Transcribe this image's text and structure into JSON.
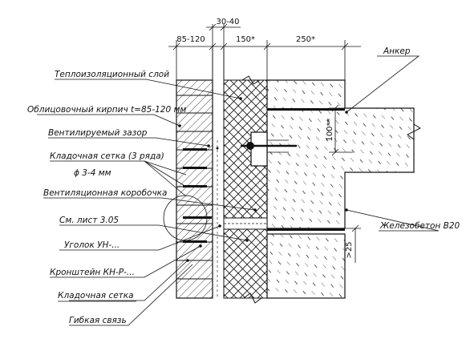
{
  "dimensions": {
    "brick_width": "85-120",
    "gap_width": "30-40",
    "insulation_width": "150*",
    "slab_width": "250*",
    "anchor_depth": "100**",
    "bottom_offset": ">25"
  },
  "callouts": {
    "insulation_layer": "Теплоизоляционный слой",
    "facing_brick": "Облицовочный кирпич t=85-120 мм",
    "ventilated_gap": "Вентилируемый зазор",
    "masonry_mesh": "Кладочная сетка (3 ряда)",
    "mesh_diameter": "ϕ 3-4 мм",
    "vent_box": "Вентиляционная коробочка",
    "see_sheet": "См. лист 3.05",
    "angle": "Уголок УН-...",
    "bracket": "Кронштейн КН-Р-...",
    "masonry_mesh_2": "Кладочная сетка",
    "flexible_tie": "Гибкая связь",
    "anchor": "Анкер",
    "concrete": "Железобетон В20"
  },
  "colors": {
    "line": "#111111",
    "background": "#ffffff"
  }
}
